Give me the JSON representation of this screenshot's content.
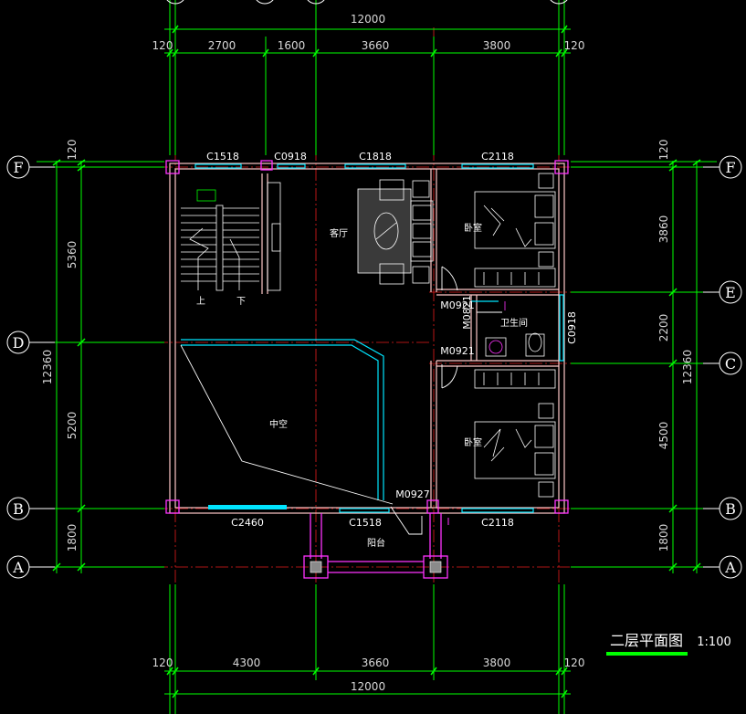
{
  "title": "二层平面图",
  "scale": "1:100",
  "dimensions": {
    "top_total": "12000",
    "top_segments": [
      "120",
      "2700",
      "1600",
      "3660",
      "3800",
      "120"
    ],
    "bottom_segments": [
      "120",
      "4300",
      "3660",
      "3800",
      "120"
    ],
    "bottom_total": "12000",
    "left_total": "12360",
    "left_segments": [
      "120",
      "5360",
      "5200",
      "1800"
    ],
    "right_total": "12360",
    "right_segments": [
      "120",
      "3860",
      "2200",
      "4500",
      "1800"
    ]
  },
  "axes": [
    "F",
    "E",
    "D",
    "C",
    "B",
    "A"
  ],
  "windows": {
    "c1518_top": "C1518",
    "c0918_top": "C0918",
    "c1818": "C1818",
    "c2118_top": "C2118",
    "c0918_side": "C0918",
    "c2460": "C2460",
    "c1518_bottom": "C1518",
    "c2118_bottom": "C2118"
  },
  "doors": {
    "m0921_upper": "M0921",
    "m0821": "M0821",
    "m0921_lower": "M0921",
    "m0927": "M0927"
  },
  "rooms": {
    "living": "客厅",
    "bedroom_top": "卧室",
    "bathroom": "卫生间",
    "void": "中空",
    "bedroom_bottom": "卧室",
    "balcony": "阳台",
    "stair_up": "上",
    "stair_down": "下"
  },
  "colors": {
    "axis_green": "#00ff00",
    "wall": "#ffc8c8",
    "window": "#00e5ff",
    "column": "#ff33ff",
    "axis_red": "#ff2020"
  }
}
